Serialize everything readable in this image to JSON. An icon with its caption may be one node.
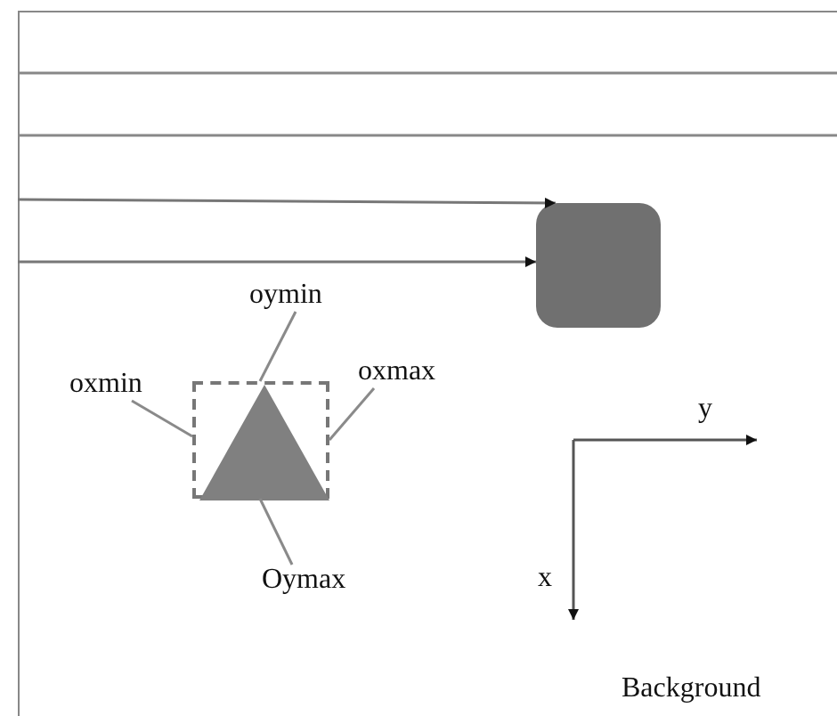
{
  "diagram": {
    "nodes": [
      {
        "text": [
          "Background"
        ]
      },
      {
        "text": [],
        "shape": "box",
        "in": 0
      },
      {
        "text": [
          "oymin"
        ],
        "in": 0
      },
      {
        "text": [
          "oxmin"
        ],
        "in": 0
      },
      {
        "text": [
          "oxmax"
        ],
        "in": 0
      },
      {
        "text": [],
        "shape": "box",
        "in": 0
      },
      {
        "text": [],
        "shape": "triangle",
        "in": 5
      },
      {
        "text": [
          "Oymax"
        ],
        "in": 0
      }
    ],
    "edges": [
      {
        "from": null,
        "to": 1,
        "arrow": "to"
      },
      {
        "from": null,
        "to": 1,
        "arrow": "to"
      },
      {
        "from": 2,
        "to": 5,
        "arrow": "none"
      },
      {
        "from": 3,
        "to": 5,
        "arrow": "none"
      },
      {
        "from": 4,
        "to": 5,
        "arrow": "none"
      },
      {
        "from": 7,
        "to": 5,
        "arrow": "none"
      }
    ],
    "labels": [
      "y",
      "x"
    ]
  }
}
